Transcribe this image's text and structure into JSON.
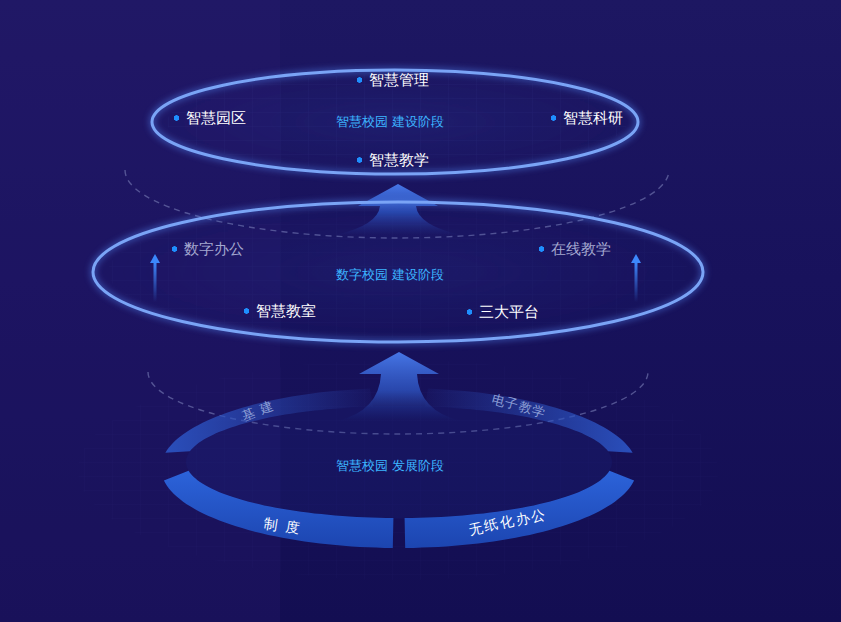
{
  "diagram": {
    "nodes": [
      {
        "text": [
          "智慧管理",
          "智慧园区",
          "智慧校园 建设阶段",
          "智慧科研",
          "智慧教学"
        ]
      },
      {
        "text": [
          "数字办公",
          "在线教学",
          "数字校园 建设阶段",
          "智慧教室",
          "三大平台"
        ]
      },
      {
        "text": [
          "智慧校园 发展阶段"
        ]
      },
      {
        "text": [
          "基 建"
        ],
        "in": 2
      },
      {
        "text": [
          "电子教学"
        ],
        "in": 2
      },
      {
        "text": [
          "制 度"
        ],
        "in": 2
      },
      {
        "text": [
          "无纸化办公"
        ],
        "in": 2
      }
    ],
    "edges": [
      {
        "from": 2,
        "to": 1,
        "arrow": "to"
      },
      {
        "from": 1,
        "to": 0,
        "arrow": "to"
      }
    ]
  }
}
